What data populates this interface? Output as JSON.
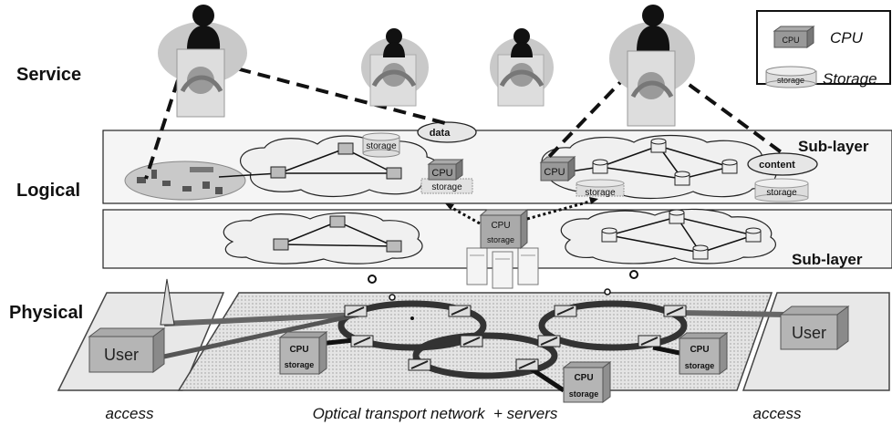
{
  "layers": {
    "service": "Service",
    "logical": "Logical",
    "physical": "Physical"
  },
  "sublayer_label": "Sub-layer",
  "legend": {
    "cpu_icon_text": "CPU",
    "cpu_label": "CPU",
    "storage_icon_text": "storage",
    "storage_label": "Storage"
  },
  "logical_tags": {
    "data": "data",
    "content": "content"
  },
  "device_labels": {
    "cpu": "CPU",
    "storage": "storage"
  },
  "user_label": "User",
  "bottom_labels": {
    "access_left": "access",
    "transport": "Optical transport network  + servers",
    "access_right": "access"
  },
  "colors": {
    "box_fill": "#c8c8c8",
    "box_stroke": "#555555",
    "cloud_fill": "#f0f0f0",
    "plane_fill": "#f3f3f3",
    "ring": "#3a3a3a",
    "dark": "#111111"
  }
}
